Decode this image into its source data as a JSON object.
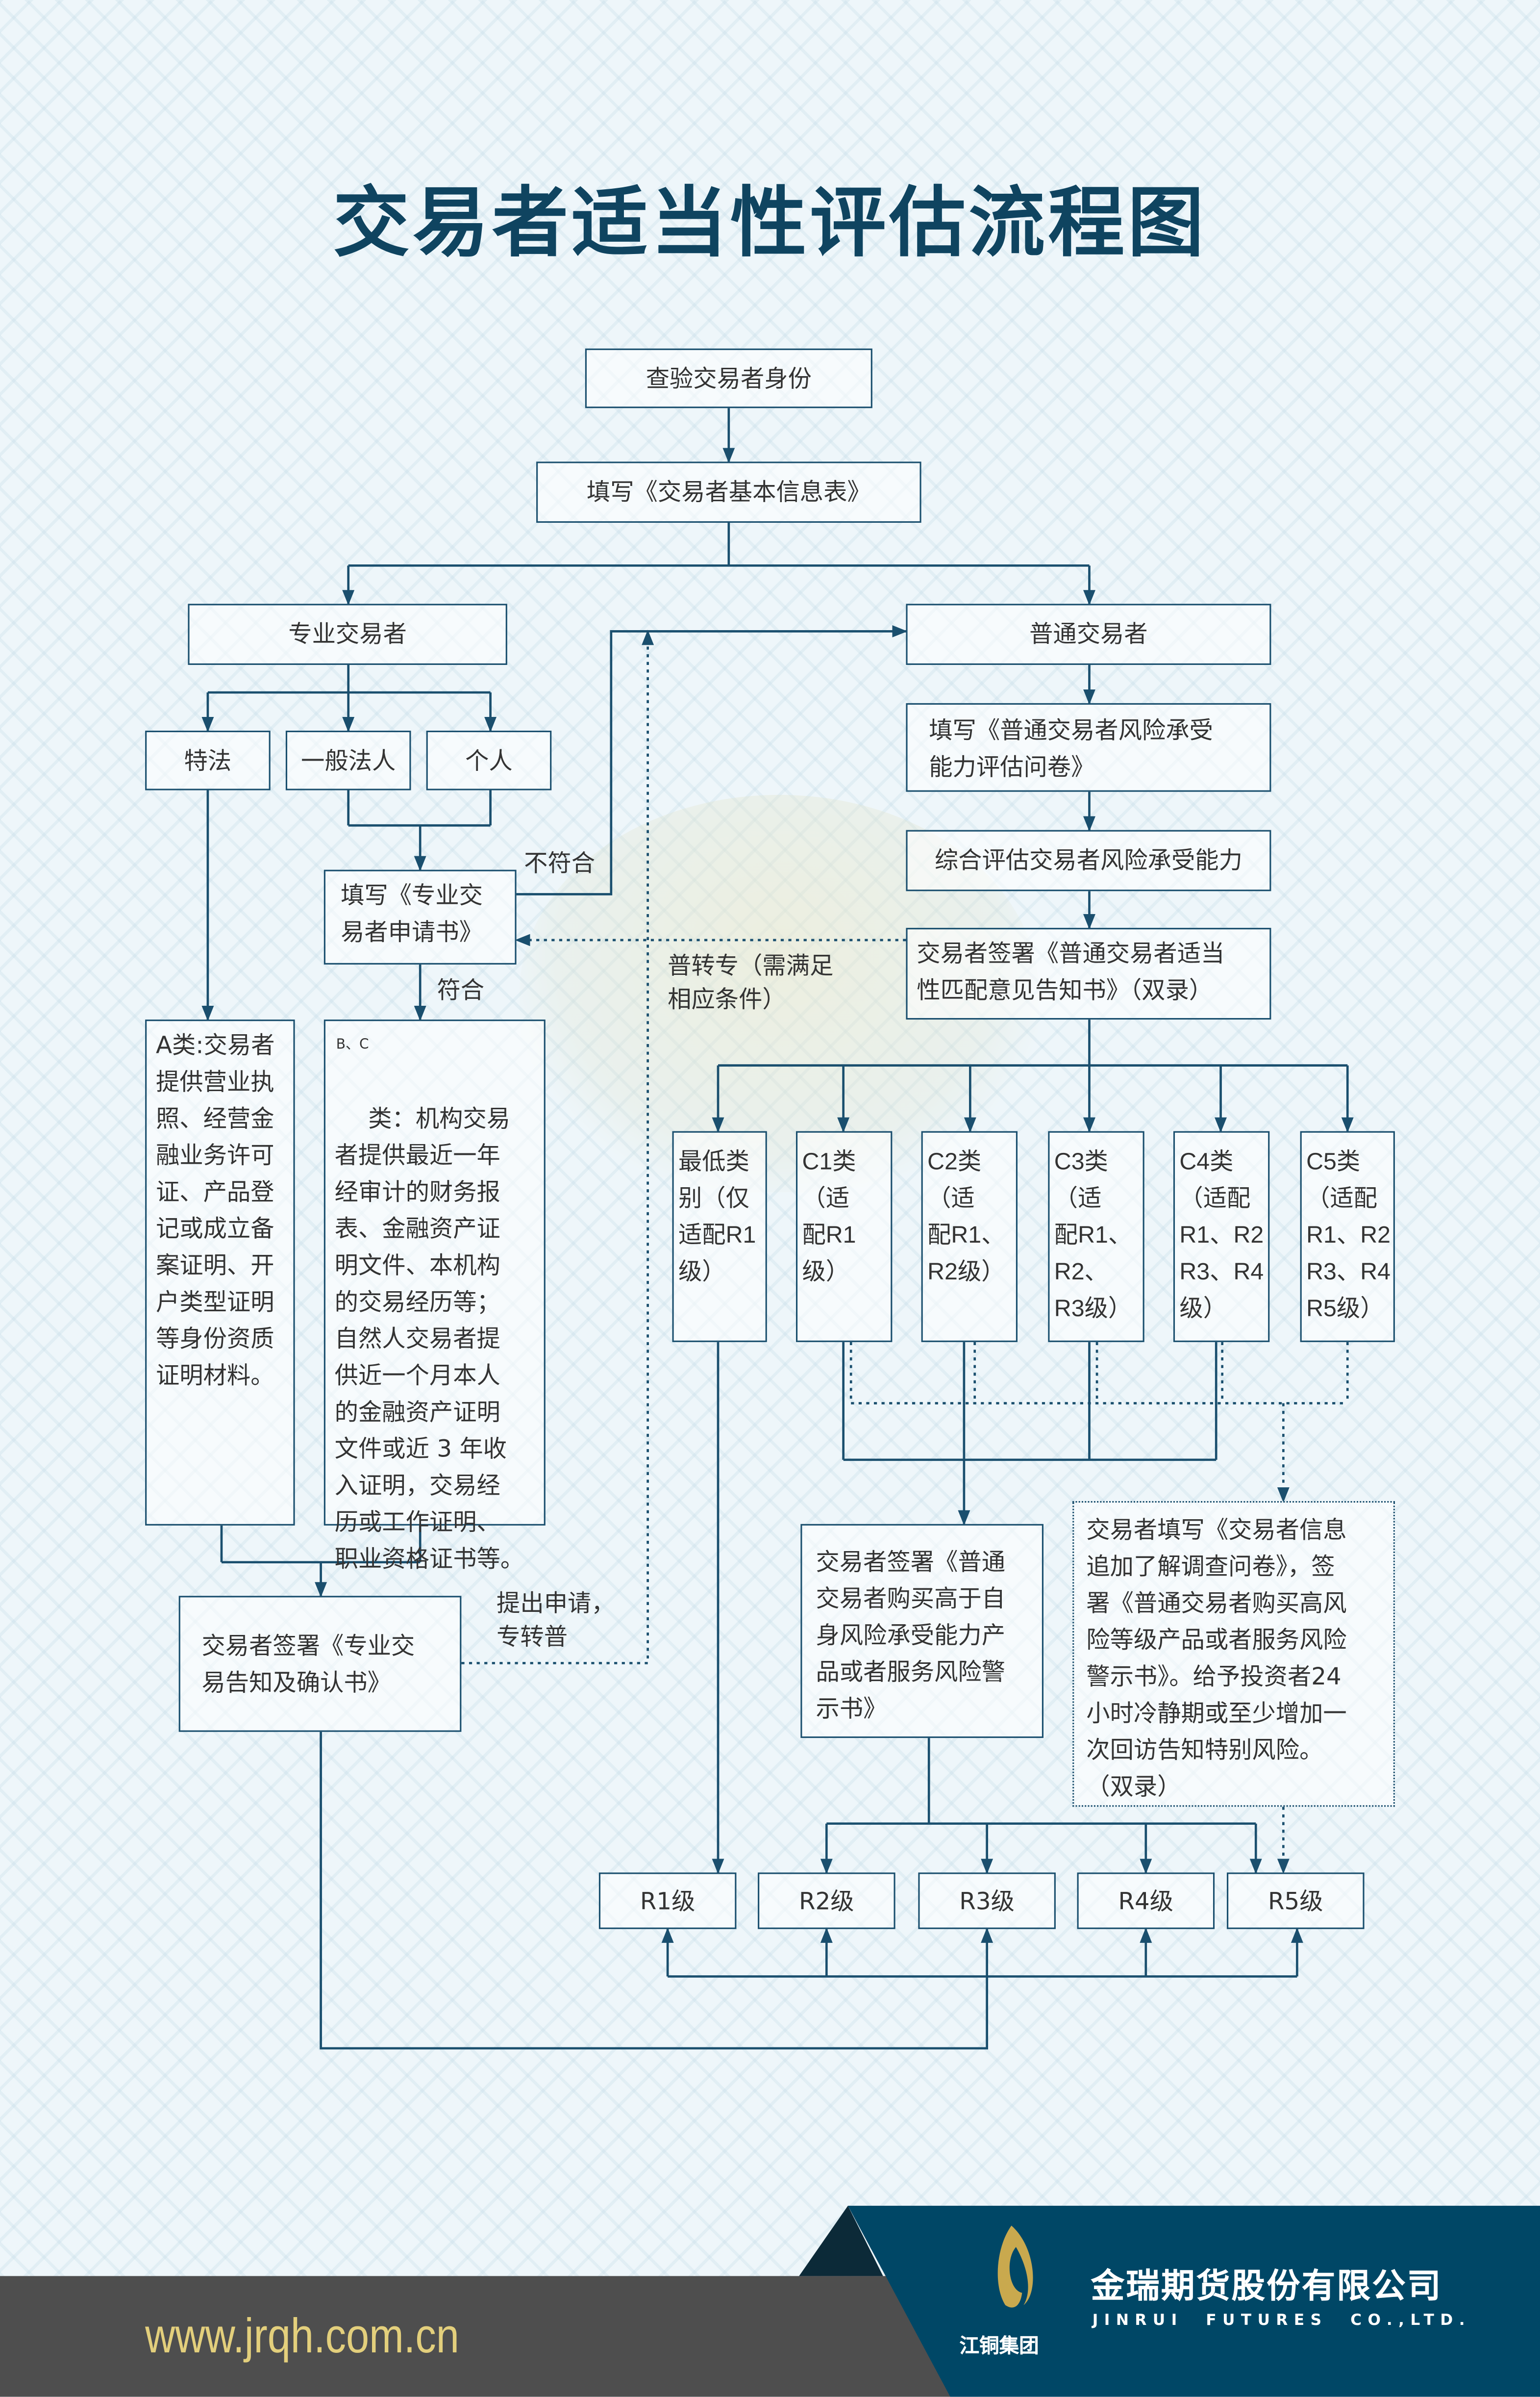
{
  "title": "交易者适当性评估流程图",
  "nodes": {
    "verify": "查验交易者身份",
    "basic_info": "填写《交易者基本信息表》",
    "professional": "专业交易者",
    "ordinary": "普通交易者",
    "tefa": "特法",
    "general_corp": "一般法人",
    "individual": "个人",
    "pro_apply": "填写《专业交\n易者申请书》",
    "class_a": "A类:交易者\n提供营业执\n照、经营金\n融业务许可\n证、产品登\n记或成立备\n案证明、开\n户类型证明\n等身份资质\n证明材料。",
    "class_bc_prefix": "B、C",
    "class_bc": "类：机构交易\n者提供最近一年\n经审计的财务报\n表、金融资产证\n明文件、本机构\n的交易经历等；\n自然人交易者提\n供近一个月本人\n的金融资产证明\n文件或近 3 年收\n入证明，交易经\n历或工作证明、\n职业资格证书等。",
    "pro_confirm": "交易者签署《专业交\n易告知及确认书》",
    "questionnaire": "填写《普通交易者风险承受\n能力评估问卷》",
    "assess": "综合评估交易者风险承受能力",
    "match_notice": "交易者签署《普通交易者适当\n性匹配意见告知书》（双录）",
    "categories": [
      "最低类\n别（仅\n适配R1\n级）",
      "C1类\n（适\n配R1\n级）",
      "C2类\n（适\n配R1、\nR2级）",
      "C3类\n（适\n配R1、\nR2、\nR3级）",
      "C4类\n（适配\nR1、R2\nR3、R4\n级）",
      "C5类\n（适配\nR1、R2\nR3、R4\nR5级）"
    ],
    "higher_risk_warning": "交易者签署《普通\n交易者购买高于自\n身风险承受能力产\n品或者服务风险警\n示书》",
    "extra_survey": "交易者填写《交易者信息\n追加了解调查问卷》，签\n署《普通交易者购买高风\n险等级产品或者服务风险\n警示书》。给予投资者24\n小时冷静期或至少增加一\n次回访告知特别风险。\n（双录）",
    "levels": [
      "R1级",
      "R2级",
      "R3级",
      "R4级",
      "R5级"
    ]
  },
  "edge_labels": {
    "not_qualified": "不符合",
    "qualified": "符合",
    "ord_to_pro": "普转专（需满足\n相应条件）",
    "pro_to_ord": "提出申请，\n专转普"
  },
  "footer": {
    "url": "www.jrqh.com.cn",
    "company_cn": "金瑞期货股份有限公司",
    "company_en": "JINRUI  FUTURES  CO.,LTD.",
    "group": "江铜集团"
  },
  "colors": {
    "line": "#1a4f6e",
    "title": "#0f4460",
    "footer_blue": "#004766",
    "footer_grey": "#4e4e4e",
    "url_gold": "#e3cf7c"
  }
}
